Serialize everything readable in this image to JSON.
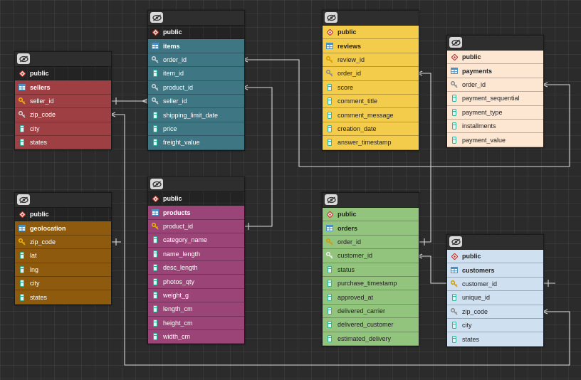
{
  "schema_label": "public",
  "tables": [
    {
      "id": "sellers",
      "name": "sellers",
      "columns": [
        {
          "name": "seller_id",
          "kind": "pk"
        },
        {
          "name": "zip_code",
          "kind": "fk"
        },
        {
          "name": "city",
          "kind": "col"
        },
        {
          "name": "states",
          "kind": "col"
        }
      ]
    },
    {
      "id": "items",
      "name": "items",
      "columns": [
        {
          "name": "order_id",
          "kind": "fk"
        },
        {
          "name": "item_id",
          "kind": "col"
        },
        {
          "name": "product_id",
          "kind": "fk"
        },
        {
          "name": "seller_id",
          "kind": "fk"
        },
        {
          "name": "shipping_limit_date",
          "kind": "col"
        },
        {
          "name": "price",
          "kind": "col"
        },
        {
          "name": "freight_value",
          "kind": "col"
        }
      ]
    },
    {
      "id": "reviews",
      "name": "reviews",
      "columns": [
        {
          "name": "review_id",
          "kind": "pk"
        },
        {
          "name": "order_id",
          "kind": "fk"
        },
        {
          "name": "score",
          "kind": "col"
        },
        {
          "name": "comment_title",
          "kind": "col"
        },
        {
          "name": "comment_message",
          "kind": "col"
        },
        {
          "name": "creation_date",
          "kind": "col"
        },
        {
          "name": "answer_timestamp",
          "kind": "col"
        }
      ]
    },
    {
      "id": "payments",
      "name": "payments",
      "columns": [
        {
          "name": "order_id",
          "kind": "fk"
        },
        {
          "name": "payment_sequential",
          "kind": "col"
        },
        {
          "name": "payment_type",
          "kind": "col"
        },
        {
          "name": "installments",
          "kind": "col"
        },
        {
          "name": "payment_value",
          "kind": "col"
        }
      ]
    },
    {
      "id": "geolocation",
      "name": "geolocation",
      "columns": [
        {
          "name": "zip_code",
          "kind": "pk"
        },
        {
          "name": "lat",
          "kind": "col"
        },
        {
          "name": "lng",
          "kind": "col"
        },
        {
          "name": "city",
          "kind": "col"
        },
        {
          "name": "states",
          "kind": "col"
        }
      ]
    },
    {
      "id": "products",
      "name": "products",
      "columns": [
        {
          "name": "product_id",
          "kind": "pk"
        },
        {
          "name": "category_name",
          "kind": "col"
        },
        {
          "name": "name_length",
          "kind": "col"
        },
        {
          "name": "desc_length",
          "kind": "col"
        },
        {
          "name": "photos_qty",
          "kind": "col"
        },
        {
          "name": "weight_g",
          "kind": "col"
        },
        {
          "name": "length_cm",
          "kind": "col"
        },
        {
          "name": "height_cm",
          "kind": "col"
        },
        {
          "name": "width_cm",
          "kind": "col"
        }
      ]
    },
    {
      "id": "orders",
      "name": "orders",
      "columns": [
        {
          "name": "order_id",
          "kind": "pk"
        },
        {
          "name": "customer_id",
          "kind": "fk"
        },
        {
          "name": "status",
          "kind": "col"
        },
        {
          "name": "purchase_timestamp",
          "kind": "col"
        },
        {
          "name": "approved_at",
          "kind": "col"
        },
        {
          "name": "delivered_carrier",
          "kind": "col"
        },
        {
          "name": "delivered_customer",
          "kind": "col"
        },
        {
          "name": "estimated_delivery",
          "kind": "col"
        }
      ]
    },
    {
      "id": "customers",
      "name": "customers",
      "columns": [
        {
          "name": "customer_id",
          "kind": "pk"
        },
        {
          "name": "unique_id",
          "kind": "col"
        },
        {
          "name": "zip_code",
          "kind": "fk"
        },
        {
          "name": "city",
          "kind": "col"
        },
        {
          "name": "states",
          "kind": "col"
        }
      ]
    }
  ]
}
